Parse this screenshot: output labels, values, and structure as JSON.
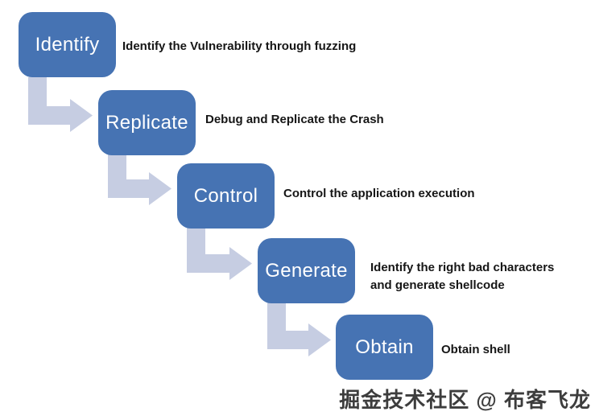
{
  "steps": [
    {
      "label": "Identify",
      "desc": "Identify the Vulnerability through fuzzing"
    },
    {
      "label": "Replicate",
      "desc": "Debug and Replicate the Crash"
    },
    {
      "label": "Control",
      "desc": "Control the application execution"
    },
    {
      "label": "Generate",
      "desc": "Identify the right bad characters\nand generate shellcode"
    },
    {
      "label": "Obtain",
      "desc": "Obtain shell"
    }
  ],
  "watermark": "掘金技术社区 @ 布客飞龙",
  "colors": {
    "box": "#4673b3",
    "arrow": "#c6cde2",
    "desc_text": "#161616",
    "watermark_text": "#3d3d3d"
  }
}
